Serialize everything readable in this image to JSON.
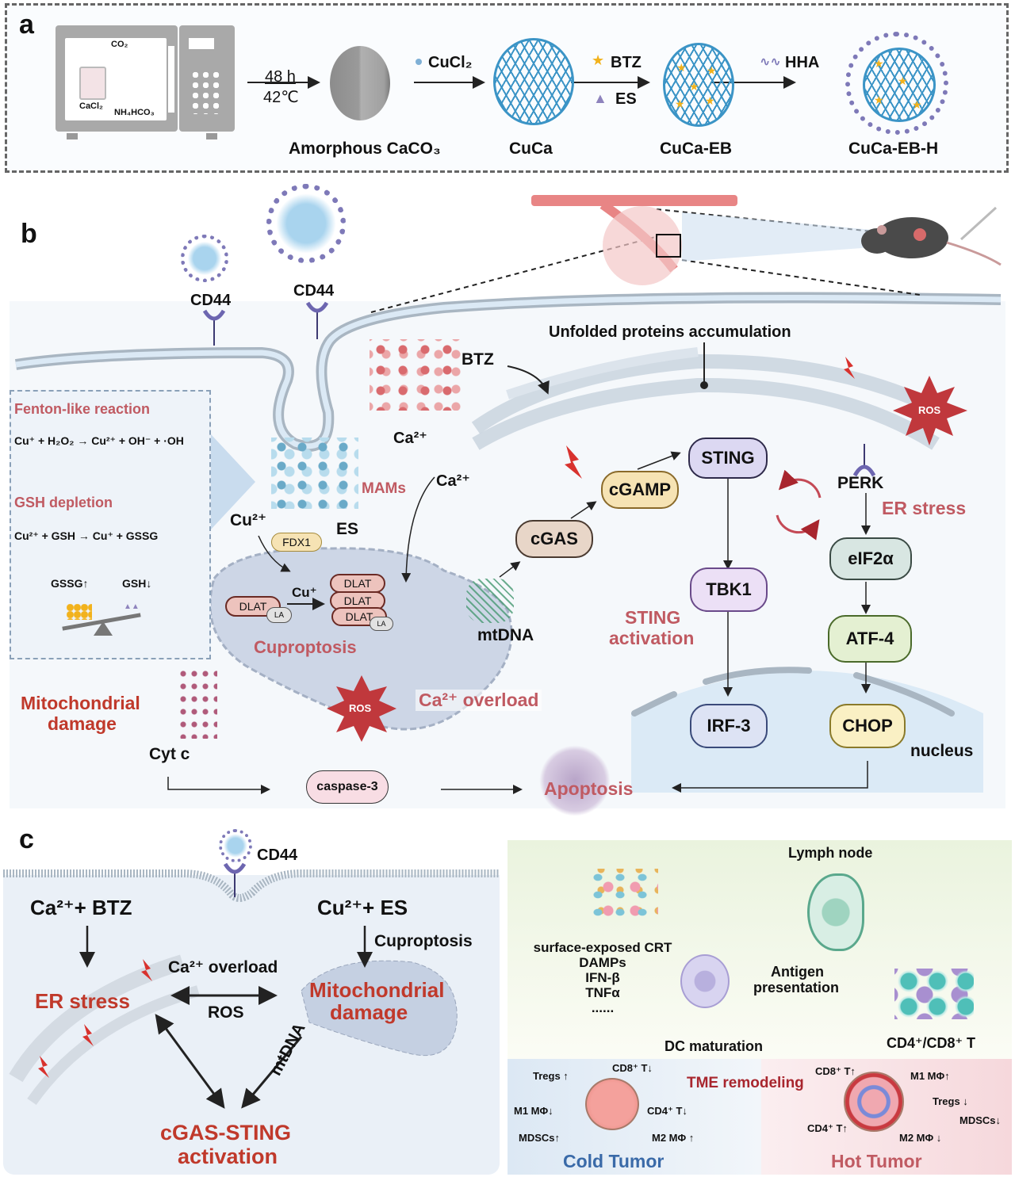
{
  "panel_a": {
    "letter": "a",
    "microwave": {
      "gas_label": "CO₂",
      "reagent_left": "CaCl₂",
      "reagent_right": "NH₄HCO₃"
    },
    "step1": {
      "top": "48 h",
      "bottom": "42℃"
    },
    "amorphous_label": "Amorphous CaCO₃",
    "step2_label": "CuCl₂",
    "cuca_label": "CuCa",
    "step3_labels": [
      "BTZ",
      "ES"
    ],
    "cuca_eb_label": "CuCa-EB",
    "step4_label": "HHA",
    "cuca_eb_h_label": "CuCa-EB-H"
  },
  "panel_b": {
    "letter": "b",
    "cd44_left": "CD44",
    "cd44_right": "CD44",
    "unfolded": "Unfolded proteins accumulation",
    "btz": "BTZ",
    "ca_top": "Ca²⁺",
    "ca_mid": "Ca²⁺",
    "ros_er": "ROS",
    "perk": "PERK",
    "er_stress": "ER stress",
    "fenton_title": "Fenton-like reaction",
    "fenton_eq": "Cu⁺ + H₂O₂ → Cu²⁺ + OH⁻ + ·OH",
    "gsh_title": "GSH depletion",
    "gsh_eq": "Cu²⁺ + GSH → Cu⁺ + GSSG",
    "gssg_up": "GSSG↑",
    "gsh_down": "GSH↓",
    "mams": "MAMs",
    "cu2": "Cu²⁺",
    "es": "ES",
    "fdx1": "FDX1",
    "cu1": "Cu⁺",
    "dlat": "DLAT",
    "la": "LA",
    "cuproptosis": "Cuproptosis",
    "mtdna": "mtDNA",
    "cgas": "cGAS",
    "cgamp": "cGAMP",
    "sting": "STING",
    "tbk1": "TBK1",
    "irf3": "IRF-3",
    "sting_activation": [
      "STING",
      "activation"
    ],
    "eif2a": "eIF2α",
    "atf4": "ATF-4",
    "chop": "CHOP",
    "nucleus": "nucleus",
    "mito_damage": [
      "Mitochondrial",
      "damage"
    ],
    "ros_mito": "ROS",
    "ca_overload": "Ca²⁺ overload",
    "cytc": "Cyt c",
    "caspase3": "caspase-3",
    "apoptosis": "Apoptosis"
  },
  "panel_c": {
    "letter": "c",
    "cd44": "CD44",
    "ca_btz": "Ca²⁺+ BTZ",
    "cu_es": "Cu²⁺+ ES",
    "cuproptosis": "Cuproptosis",
    "er_stress": "ER stress",
    "ca_overload": "Ca²⁺ overload",
    "ros": "ROS",
    "mito_damage": [
      "Mitochondrial",
      "damage"
    ],
    "mtdna": "mtDNA",
    "cgas_sting": [
      "cGAS-STING",
      "activation"
    ],
    "lymph_node": "Lymph node",
    "damps_list": [
      "surface-exposed CRT",
      "DAMPs",
      "IFN-β",
      "TNFα",
      "......"
    ],
    "antigen": [
      "Antigen",
      "presentation"
    ],
    "dc_maturation": "DC maturation",
    "tcells": "CD4⁺/CD8⁺ T",
    "cold": {
      "title": "Cold Tumor",
      "labels": [
        "Tregs ↑",
        "CD8⁺ T↓",
        "M1 MΦ↓",
        "CD4⁺ T↓",
        "MDSCs↑",
        "M2 MΦ ↑"
      ]
    },
    "tme": "TME remodeling",
    "hot": {
      "title": "Hot Tumor",
      "labels": [
        "CD8⁺ T↑",
        "M1 MΦ↑",
        "Tregs ↓",
        "MDSCs↓",
        "CD4⁺ T↑",
        "M2 MΦ ↓"
      ]
    }
  },
  "colors": {
    "accent_red": "#c0392b",
    "rose_text": "#c05a62",
    "cold_blue": "#3a6aa8",
    "sting_fill": "#dcd8f2",
    "cgamp_fill": "#f6e3b4",
    "cgas_fill": "#e8d6c8",
    "tbk1_fill": "#ece0f6",
    "irf3_fill": "#dde3f4",
    "eif2a_fill": "#d8e6e2",
    "atf4_fill": "#e4f0d2",
    "chop_fill": "#faf0c4",
    "caspase_fill": "#f8dde4"
  }
}
